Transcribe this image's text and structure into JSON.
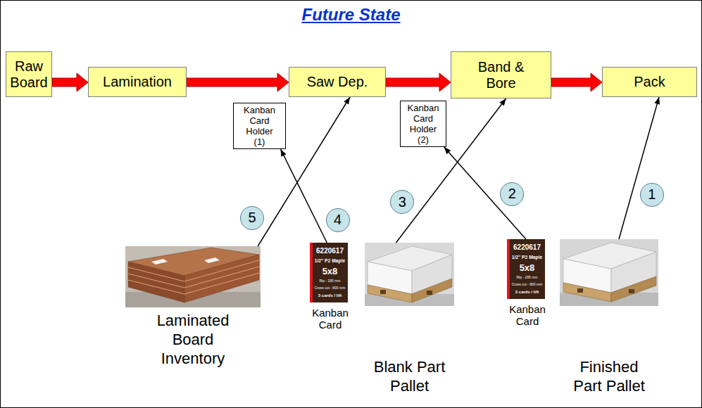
{
  "diagram": {
    "title": "Future State",
    "nodes": [
      {
        "text": [
          "Raw Board"
        ]
      },
      {
        "text": [
          "Lamination"
        ]
      },
      {
        "text": [
          "Saw Dep."
        ]
      },
      {
        "text": [
          "Band & Bore"
        ]
      },
      {
        "text": [
          "Pack"
        ]
      },
      {
        "text": [
          "Kanban Card Holder (1)"
        ]
      },
      {
        "text": [
          "Kanban Card Holder (2)"
        ]
      },
      {
        "text": [
          "Laminated Board Inventory"
        ]
      },
      {
        "text": [
          "6220617",
          "1/2\" P2 Maple",
          "5x8",
          "Rip - 295 mm",
          "Cross cut - 800 mm",
          "3 cards / lift",
          "Kanban Card"
        ]
      },
      {
        "text": [
          "Blank Part Pallet"
        ]
      },
      {
        "text": [
          "6220617",
          "1/2\" P2 Maple",
          "5x8",
          "Rip - 295 mm",
          "Cross cut - 800 mm",
          "3 cards / lift",
          "Kanban Card"
        ]
      },
      {
        "text": [
          "Finished Part Pallet"
        ]
      }
    ],
    "edges": [
      {
        "from": 0,
        "to": 1,
        "arrow": "to"
      },
      {
        "from": 1,
        "to": 2,
        "arrow": "to"
      },
      {
        "from": 2,
        "to": 3,
        "arrow": "to"
      },
      {
        "from": 3,
        "to": 4,
        "arrow": "to"
      },
      {
        "from": 11,
        "to": 4,
        "arrow": "to",
        "label": "1"
      },
      {
        "from": 10,
        "to": 6,
        "arrow": "to",
        "label": "2"
      },
      {
        "from": 9,
        "to": 3,
        "arrow": "to",
        "label": "3"
      },
      {
        "from": 8,
        "to": 5,
        "arrow": "to",
        "label": "4"
      },
      {
        "from": 7,
        "to": 2,
        "arrow": "to",
        "label": "5"
      }
    ]
  }
}
